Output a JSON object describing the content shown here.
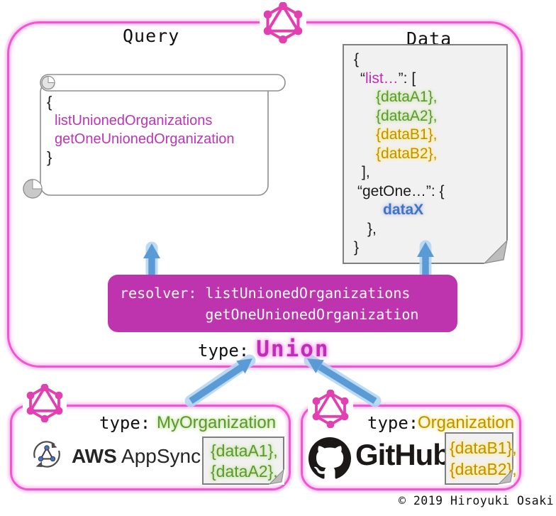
{
  "main_box": {
    "query_title": "Query",
    "data_title": "Data"
  },
  "query_scroll": {
    "brace_open": "{",
    "line1": "listUnionedOrganizations",
    "line2": "getOneUnionedOrganization",
    "brace_close": "}"
  },
  "data_note": {
    "line_open": "{",
    "list_quote_open": "“",
    "list_key": "list…",
    "list_tail": "”: [",
    "items_a": [
      "{dataA1},",
      "{dataA2},"
    ],
    "items_b": [
      "{dataB1},",
      "{dataB2},"
    ],
    "list_close": "],",
    "getone_line": "“getOne…”: {",
    "item_x": "dataX",
    "getone_close": "},",
    "line_close": "}"
  },
  "resolver": {
    "line1": "resolver: listUnionedOrganizations",
    "line2": "getOneUnionedOrganization"
  },
  "union": {
    "type_label": "type:",
    "value": "Union"
  },
  "appsync_box": {
    "type_label": "type:",
    "type_value": "MyOrganization",
    "brand_bold": "AWS",
    "brand_regular": " AppSync",
    "note_lines": [
      "{dataA1},",
      "{dataA2},"
    ]
  },
  "github_box": {
    "type_label": "type:",
    "type_value": "Organization",
    "brand": "GitHub",
    "note_lines": [
      "{dataB1},",
      "{dataB2},"
    ]
  },
  "footer": {
    "copyright": "© 2019 Hiroyuki Osaki"
  },
  "icons": {
    "graphql": "graphql-hexagon-logo",
    "appsync": "aws-appsync-sync-triangle",
    "github": "github-octocat-mark"
  },
  "colors": {
    "graphql_pink": "#E23FB0",
    "frame_pink": "#F155CF",
    "resolver_fill": "#BE34AE",
    "union_magenta": "#C12CB8",
    "scroll_magenta": "#BB35B5",
    "green_text": "#5E9732",
    "gold_text": "#BF9000",
    "blue_text": "#4472C4",
    "arrow_blue": "#5B9BD5"
  }
}
